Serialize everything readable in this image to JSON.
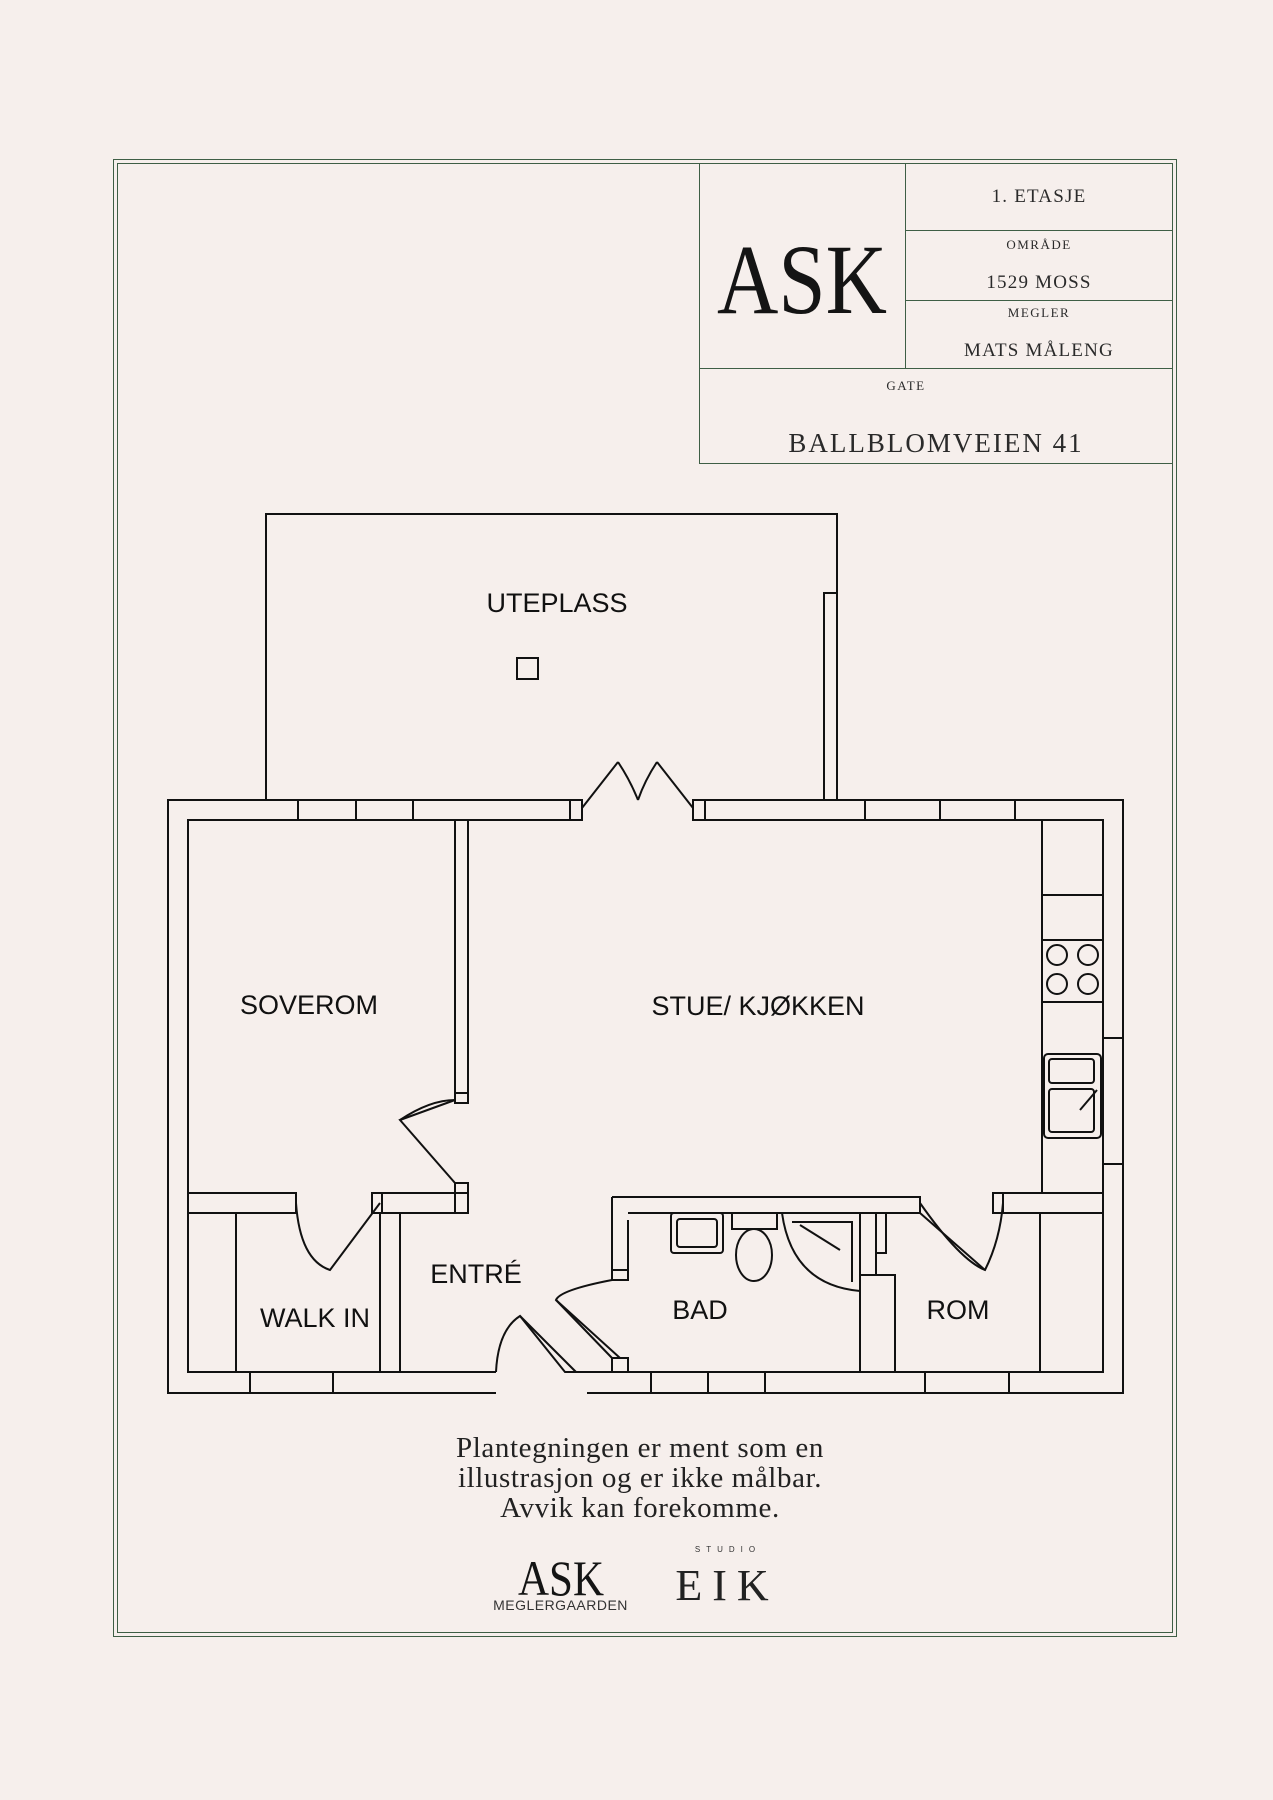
{
  "title_block": {
    "logo_text": "ASK",
    "floor": "1. ETASJE",
    "area_label": "OMRÅDE",
    "area_value": "1529 MOSS",
    "broker_label": "MEGLER",
    "broker_value": "MATS MÅLENG",
    "street_label": "GATE",
    "street_value": "BALLBLOMVEIEN 41"
  },
  "rooms": {
    "terrace": "UTEPLASS",
    "bedroom": "SOVEROM",
    "living_kitchen": "STUE/ KJØKKEN",
    "walk_in": "WALK IN",
    "entrance": "ENTRÉ",
    "bathroom": "BAD",
    "room": "ROM"
  },
  "footer": {
    "disclaimer_line1": "Plantegningen er ment som en",
    "disclaimer_line2": "illustrasjon og er ikke målbar.",
    "disclaimer_line3": "Avvik kan forekomme.",
    "logo_ask": "ASK",
    "logo_ask_sub": "MEGLERGAARDEN",
    "logo_studio": "STUDIO",
    "logo_eik": "EIK"
  },
  "colors": {
    "background": "#f6efec",
    "frame": "#3e5e45",
    "ink": "#1e1e1e"
  }
}
